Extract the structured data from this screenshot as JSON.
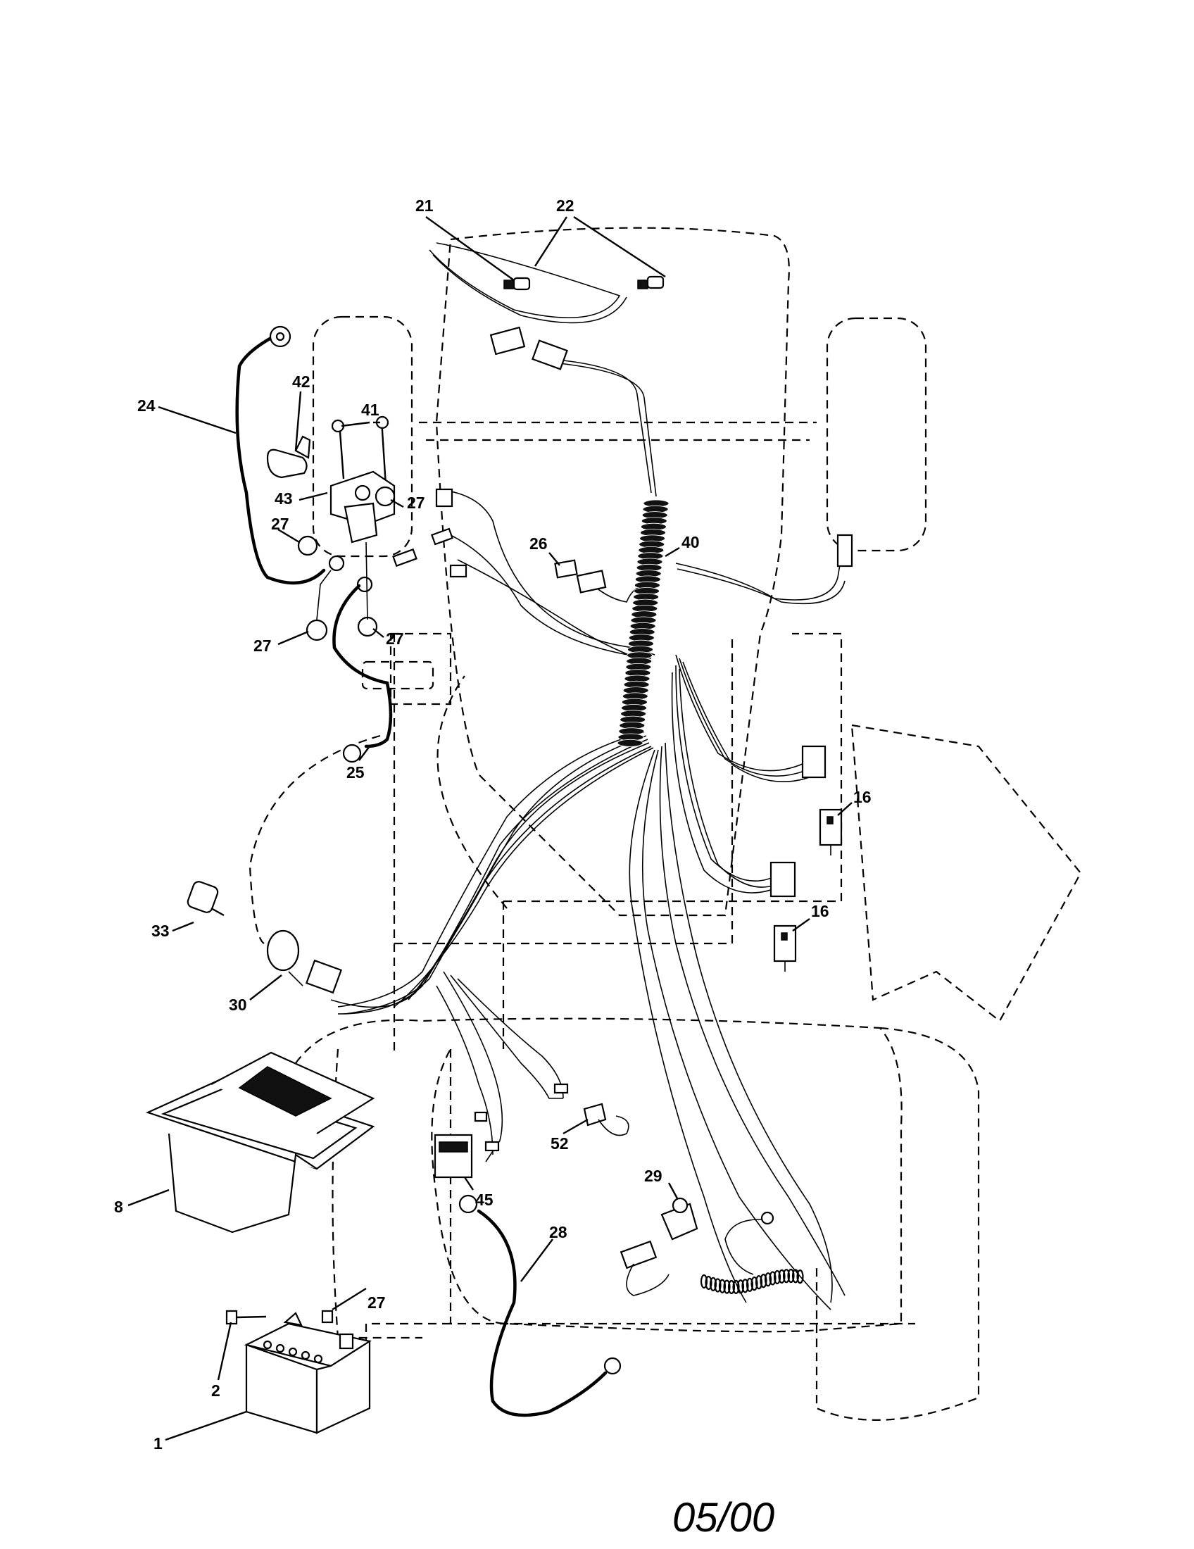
{
  "diagram": {
    "date_code": "05/00",
    "callouts": [
      {
        "id": "c21",
        "label": "21"
      },
      {
        "id": "c22",
        "label": "22"
      },
      {
        "id": "c42",
        "label": "42"
      },
      {
        "id": "c41",
        "label": "41"
      },
      {
        "id": "c24",
        "label": "24"
      },
      {
        "id": "c43",
        "label": "43"
      },
      {
        "id": "c27a",
        "label": "27"
      },
      {
        "id": "c27b",
        "label": "27"
      },
      {
        "id": "c27c",
        "label": "27"
      },
      {
        "id": "c27d",
        "label": "27"
      },
      {
        "id": "c27e",
        "label": "27"
      },
      {
        "id": "c26",
        "label": "26"
      },
      {
        "id": "c40",
        "label": "40"
      },
      {
        "id": "c25",
        "label": "25"
      },
      {
        "id": "c16a",
        "label": "16"
      },
      {
        "id": "c16b",
        "label": "16"
      },
      {
        "id": "c33",
        "label": "33"
      },
      {
        "id": "c30",
        "label": "30"
      },
      {
        "id": "c8",
        "label": "8"
      },
      {
        "id": "c52",
        "label": "52"
      },
      {
        "id": "c29",
        "label": "29"
      },
      {
        "id": "c45",
        "label": "45"
      },
      {
        "id": "c28",
        "label": "28"
      },
      {
        "id": "c2",
        "label": "2"
      },
      {
        "id": "c1",
        "label": "1"
      }
    ]
  }
}
